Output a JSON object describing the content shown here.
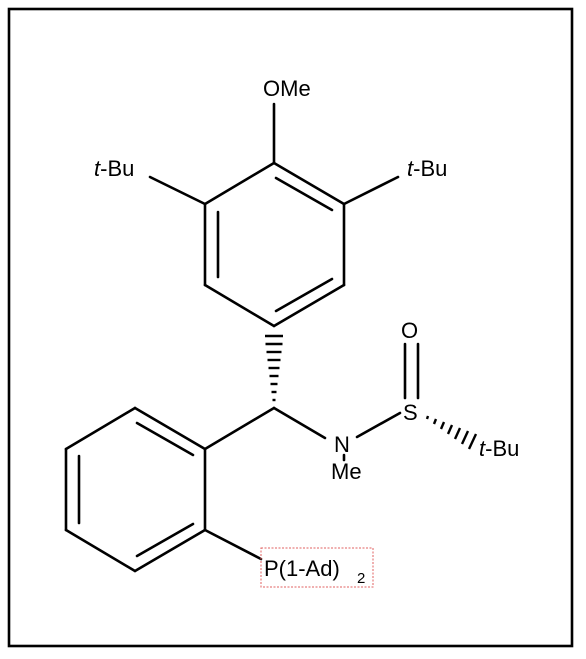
{
  "molecule": {
    "labels": {
      "methoxy": "OMe",
      "tbu_left": "t-Bu",
      "tbu_right": "t-Bu",
      "oxygen": "O",
      "sulfur": "S",
      "nitrogen": "N",
      "n_methyl": "Me",
      "s_tbu": "t-Bu",
      "phosphine": "P(1-Ad)",
      "phosphine_subscript": "2"
    },
    "colors": {
      "frame": "#000000",
      "bonds": "#000000",
      "phosphine_box": "#e06060"
    }
  }
}
